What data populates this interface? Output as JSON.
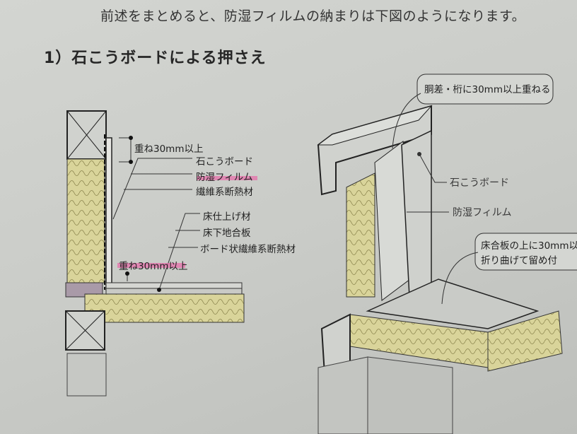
{
  "intro_text": "前述をまとめると、防湿フィルムの納まりは下図のようになります。",
  "section_title": "1）石こうボードによる押さえ",
  "left_diagram": {
    "labels": {
      "overlap_top": "重ね30mm以上",
      "gypsum_board": "石こうボード",
      "vapor_film": "防湿フィルム",
      "fiber_insulation": "繊維系断熱材",
      "floor_finish": "床仕上げ材",
      "subfloor_plywood": "床下地合板",
      "board_insulation": "ボード状繊維系断熱材",
      "overlap_bottom": "重ね30mm以上"
    }
  },
  "right_diagram": {
    "callout_top": "胴差・桁に30mm以上重ねる",
    "gypsum_board": "石こうボード",
    "vapor_film": "防湿フィルム",
    "callout_bottom_line1": "床合板の上に30mm以",
    "callout_bottom_line2": "折り曲げて留め付"
  },
  "colors": {
    "insulation": "#d9d49a",
    "highlight": "#e86aa8",
    "purple_block": "#a99aa8"
  }
}
